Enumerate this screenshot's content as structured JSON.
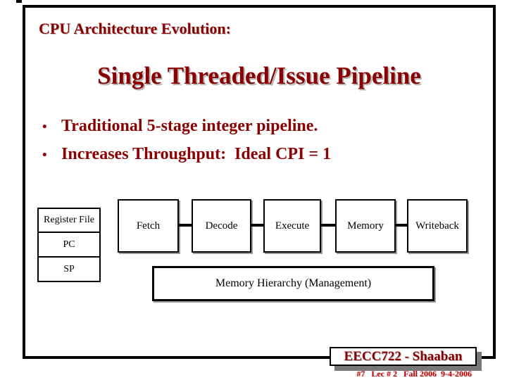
{
  "slide": {
    "pretitle": "CPU Architecture Evolution:",
    "title": "Single Threaded/Issue Pipeline",
    "bullet_glyph": "•",
    "bullets": [
      "Traditional 5-stage integer pipeline.",
      "Increases Throughput:  Ideal CPI = 1"
    ]
  },
  "diagram": {
    "registers": [
      "Register File",
      "PC",
      "SP"
    ],
    "stages": [
      "Fetch",
      "Decode",
      "Execute",
      "Memory",
      "Writeback"
    ],
    "memory_box": "Memory Hierarchy (Management)"
  },
  "footer": {
    "course": "EECC722 - Shaaban",
    "details": "#7   Lec # 2   Fall 2006  9-4-2006"
  },
  "colors": {
    "heading_text": "#8B0000",
    "footer_details_text": "#C00000",
    "diagram_lines": "#000000",
    "course_box_shadow": "#787878"
  }
}
